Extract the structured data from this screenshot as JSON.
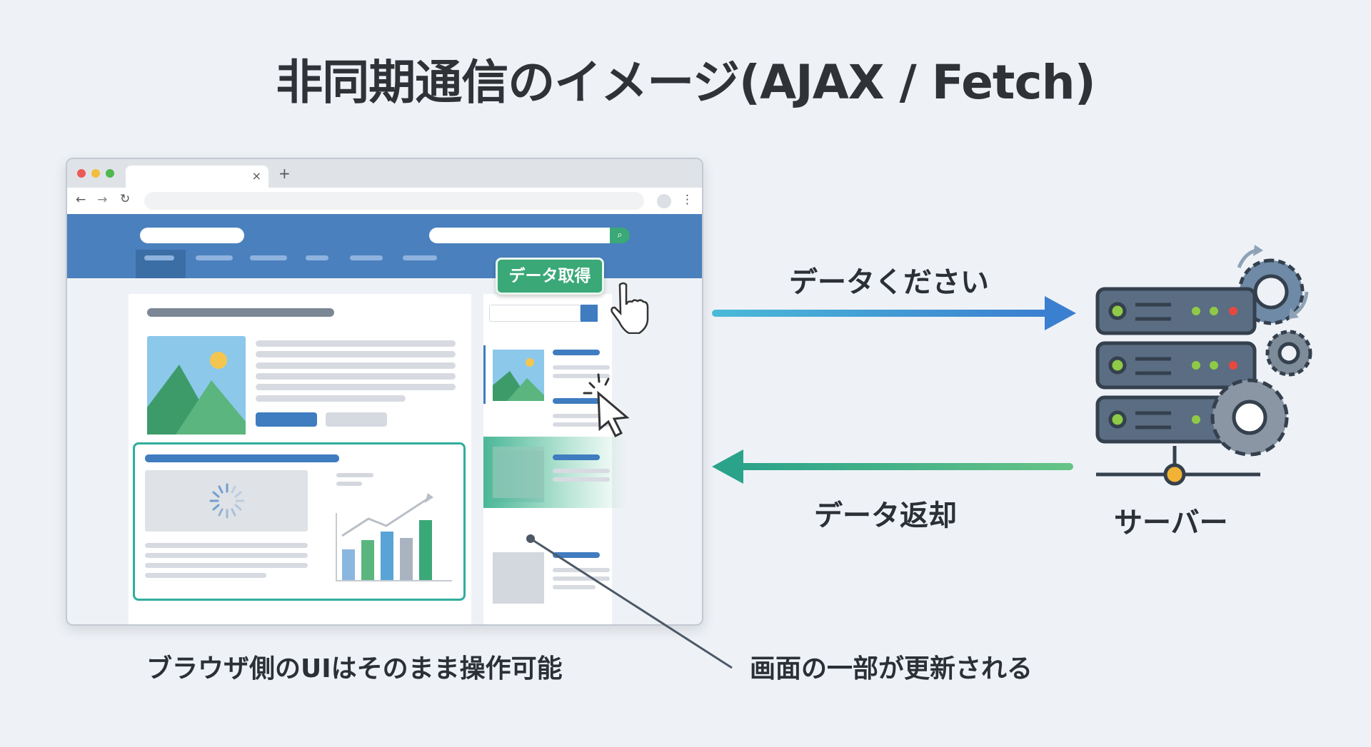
{
  "title": "非同期通信のイメージ(AJAX / Fetch)",
  "browser": {
    "tab_close": "×",
    "new_tab": "+",
    "back": "←",
    "forward": "→",
    "reload": "↻",
    "menu": "⋮",
    "fetch_button": "データ取得"
  },
  "arrows": {
    "request_label": "データください",
    "response_label": "データ返却",
    "request_color": "#3b7fd0",
    "response_color": "#2aa38a"
  },
  "server": {
    "label": "サーバー"
  },
  "captions": {
    "left": "ブラウザ側のUIはそのまま操作可能",
    "right": "画面の一部が更新される"
  }
}
